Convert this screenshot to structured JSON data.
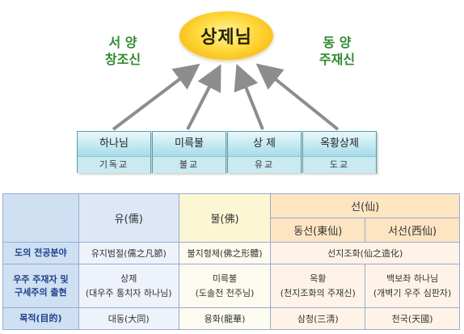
{
  "diagram": {
    "center": "상제님",
    "left_label": "서 양\n창조신",
    "right_label": "동 양\n주재신",
    "religions": [
      {
        "name": "하나님",
        "religion": "기독교"
      },
      {
        "name": "미륵불",
        "religion": "불교"
      },
      {
        "name": "상 제",
        "religion": "유교"
      },
      {
        "name": "옥황상제",
        "religion": "도교"
      }
    ]
  },
  "table": {
    "headers": {
      "yu": "유(儒)",
      "bul": "불(佛)",
      "seon": "선(仙)",
      "seon_east": "동선(東仙)",
      "seon_west": "서선(西仙)"
    },
    "rows": [
      {
        "label": "도의 전공분야",
        "yu": "유지범절(儒之凡節)",
        "bul": "불지형체(佛之形體)",
        "seon": "선지조화(仙之造化)"
      },
      {
        "label_line1": "우주 주재자 및",
        "label_line2": "구세주의 출현",
        "yu_line1": "상제",
        "yu_line2": "(대우주 통치자 하나님)",
        "bul_line1": "미륵불",
        "bul_line2": "(도솔천 천주님)",
        "east_line1": "옥황",
        "east_line2": "(천지조화의 주재신)",
        "west_line1": "백보좌 하나님",
        "west_line2": "(개벽기 우주 심판자)"
      },
      {
        "label": "목적(目的)",
        "yu": "대동(大同)",
        "bul": "용화(龍華)",
        "east": "삼청(三淸)",
        "west": "천국(天國)"
      }
    ]
  }
}
